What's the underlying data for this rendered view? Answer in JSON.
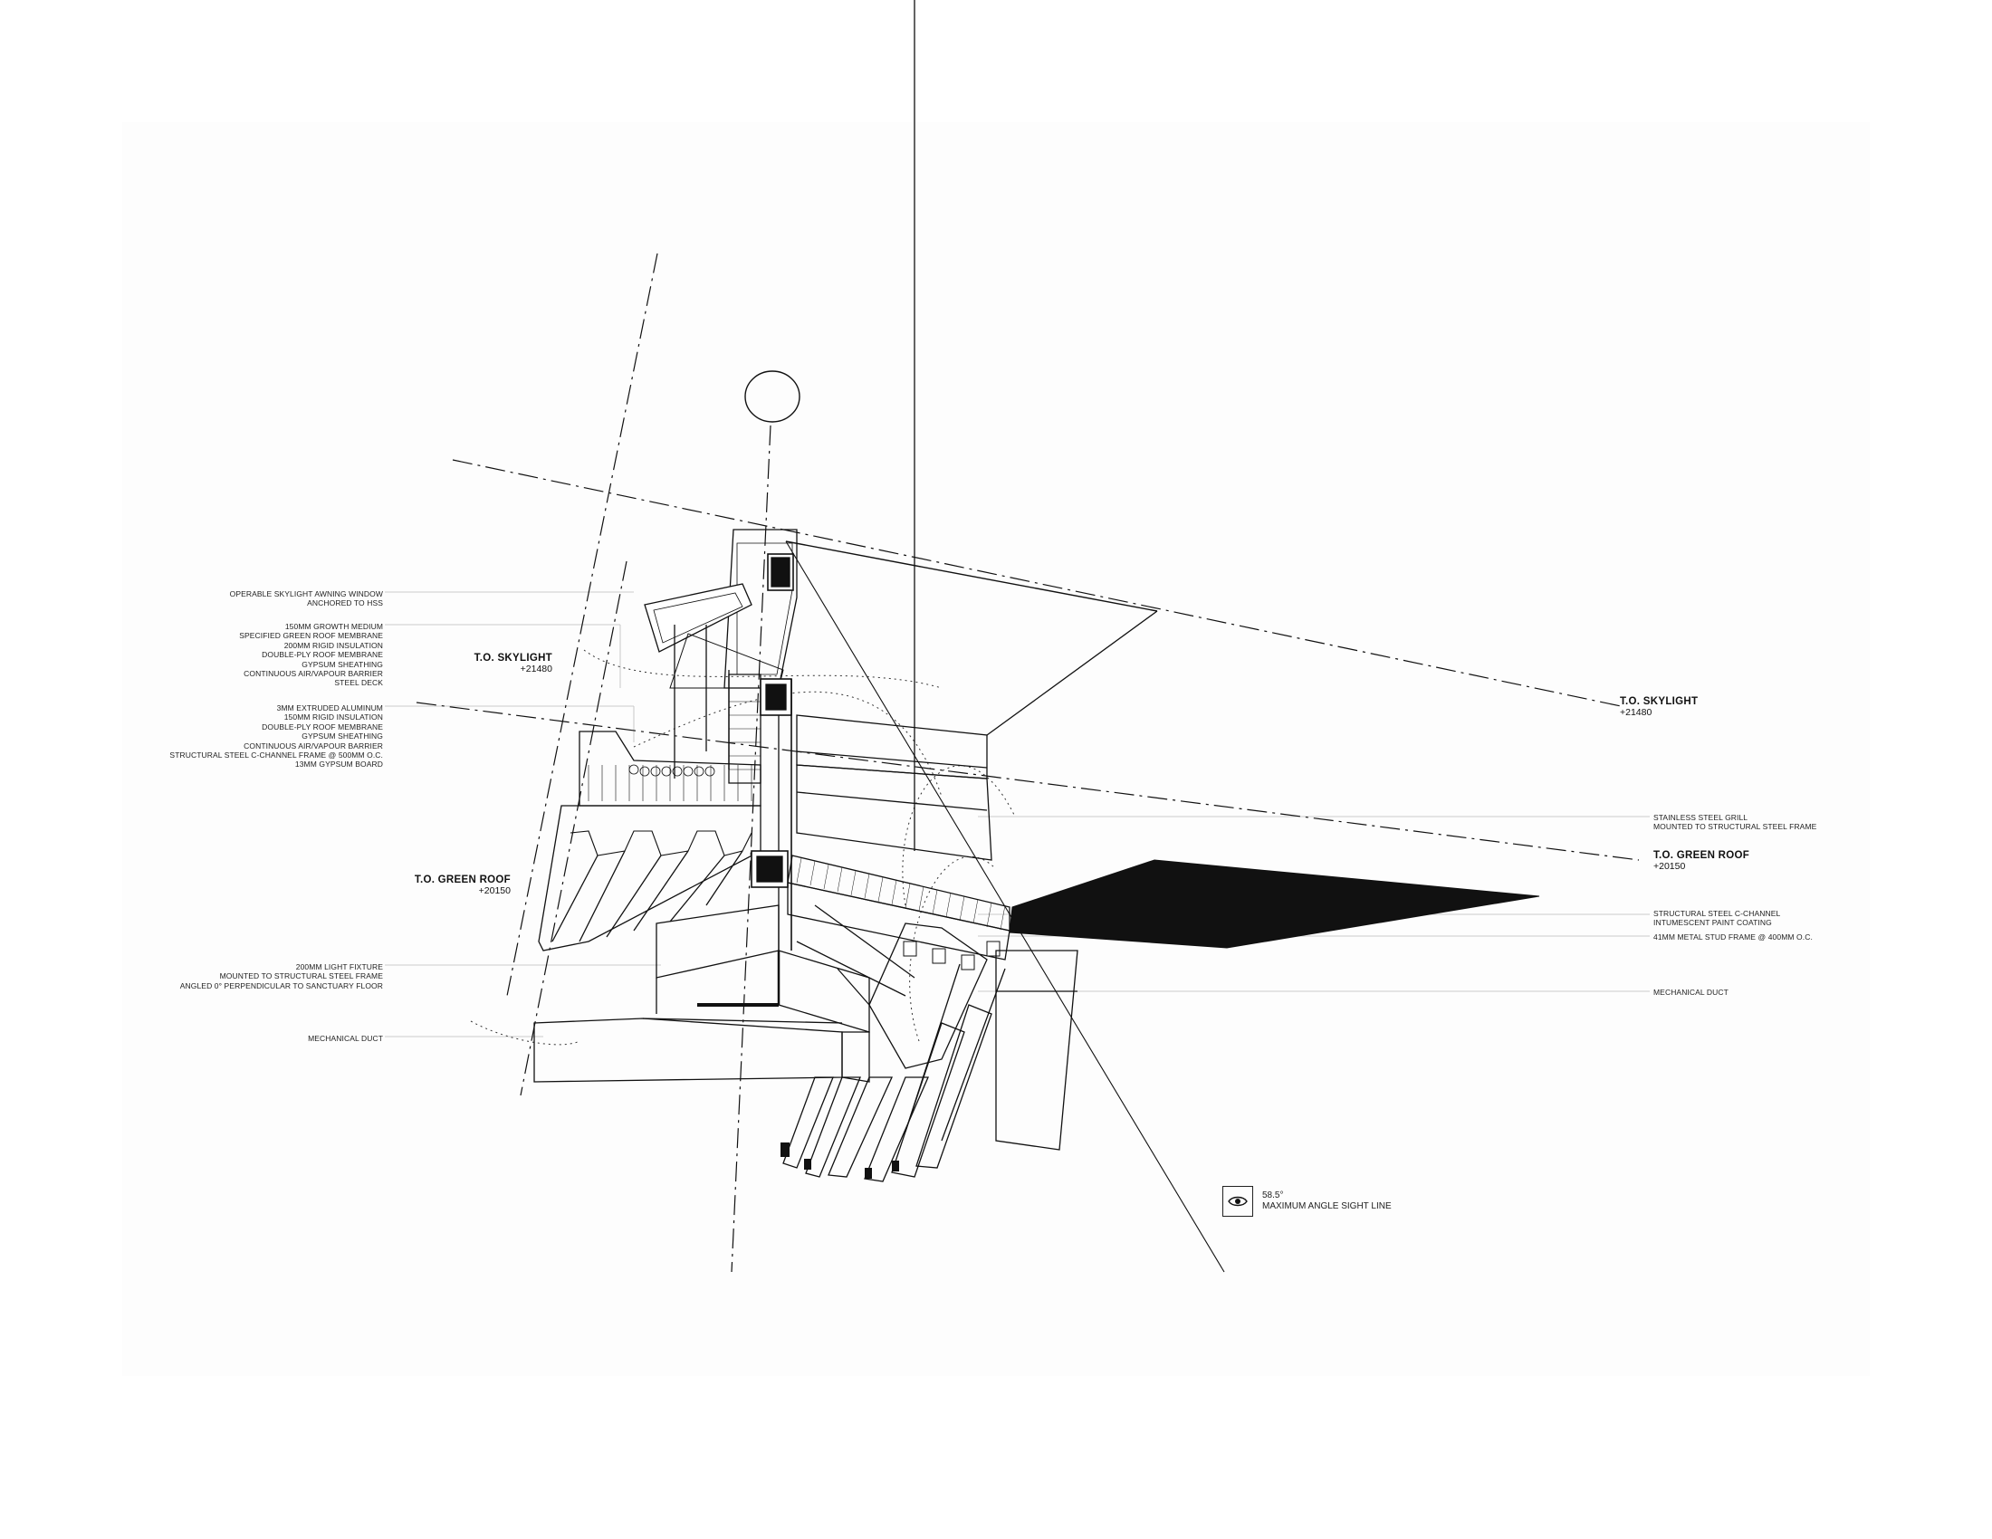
{
  "notes_left": [
    {
      "lines": [
        "OPERABLE SKYLIGHT AWNING WINDOW",
        "ANCHORED TO HSS"
      ]
    },
    {
      "lines": [
        "150mm GROWTH MEDIUM",
        "SPECIFIED GREEN ROOF MEMBRANE",
        "200mm RIGID INSULATION",
        "DOUBLE-PLY ROOF MEMBRANE",
        "GYPSUM SHEATHING",
        "CONTINUOUS AIR/VAPOUR BARRIER",
        "STEEL DECK"
      ]
    },
    {
      "lines": [
        "3mm EXTRUDED ALUMINUM",
        "150mm RIGID INSULATION",
        "DOUBLE-PLY ROOF MEMBRANE",
        "GYPSUM SHEATHING",
        "CONTINUOUS AIR/VAPOUR BARRIER",
        "STRUCTURAL STEEL C-CHANNEL FRAME @ 500mm O.C.",
        "13mm GYPSUM BOARD"
      ]
    },
    {
      "lines": [
        "200mm LIGHT FIXTURE",
        "MOUNTED TO STRUCTURAL STEEL FRAME",
        "ANGLED 0° PERPENDICULAR TO SANCTUARY FLOOR"
      ]
    },
    {
      "lines": [
        "MECHANICAL DUCT"
      ]
    }
  ],
  "notes_right": [
    {
      "lines": [
        "STAINLESS STEEL GRILL",
        "MOUNTED TO STRUCTURAL STEEL FRAME"
      ]
    },
    {
      "lines": [
        "STRUCTURAL STEEL C-CHANNEL",
        "INTUMESCENT PAINT COATING"
      ]
    },
    {
      "lines": [
        "41mm METAL STUD FRAME @ 400mm O.C."
      ]
    },
    {
      "lines": [
        "MECHANICAL DUCT"
      ]
    }
  ],
  "levels": {
    "skylight_left": {
      "name": "T.O. SKYLIGHT",
      "value": "+21480"
    },
    "skylight_right": {
      "name": "T.O. SKYLIGHT",
      "value": "+21480"
    },
    "green_left": {
      "name": "T.O. GREEN ROOF",
      "value": "+20150"
    },
    "green_right": {
      "name": "T.O. GREEN ROOF",
      "value": "+20150"
    }
  },
  "sight_line": {
    "icon": "eye-icon",
    "angle": "58.5°",
    "label": "MAXIMUM ANGLE SIGHT LINE"
  },
  "colors": {
    "ink": "#111111",
    "leader": "#bbbbbb",
    "paper": "#ffffff"
  }
}
